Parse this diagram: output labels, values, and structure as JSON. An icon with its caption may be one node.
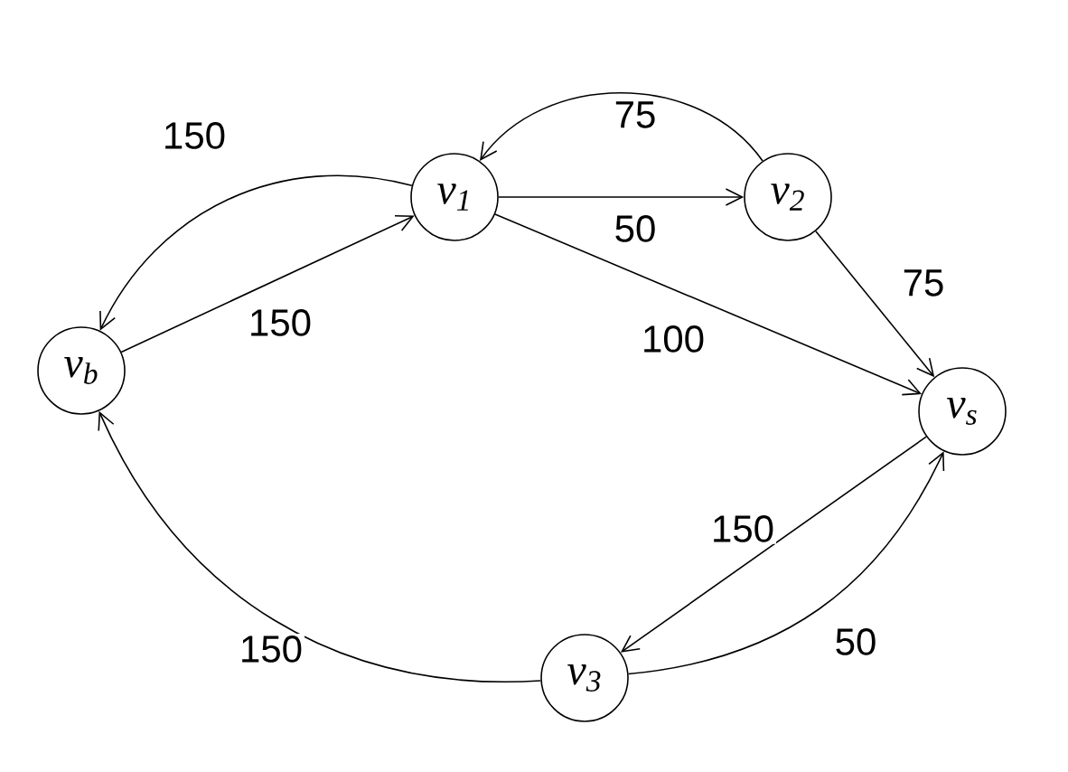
{
  "diagram": {
    "nodes": [
      {
        "text": [
          "*v*$_{b}$"
        ]
      },
      {
        "text": [
          "*v*$_{1}$"
        ]
      },
      {
        "text": [
          "*v*$_{2}$"
        ]
      },
      {
        "text": [
          "*v*$_{s}$"
        ]
      },
      {
        "text": [
          "*v*$_{3}$"
        ]
      }
    ],
    "edges": [
      {
        "from": 1,
        "to": 0,
        "arrow": "to",
        "label": "150"
      },
      {
        "from": 0,
        "to": 1,
        "arrow": "to",
        "label": "150"
      },
      {
        "from": 1,
        "to": 2,
        "arrow": "to",
        "label": "50"
      },
      {
        "from": 2,
        "to": 1,
        "arrow": "to",
        "label": "75"
      },
      {
        "from": 2,
        "to": 3,
        "arrow": "to",
        "label": "75"
      },
      {
        "from": 1,
        "to": 3,
        "arrow": "to",
        "label": "100"
      },
      {
        "from": 3,
        "to": 4,
        "arrow": "to",
        "label": "150"
      },
      {
        "from": 4,
        "to": 3,
        "arrow": "to",
        "label": "50"
      },
      {
        "from": 4,
        "to": 0,
        "arrow": "to",
        "label": "150"
      }
    ]
  }
}
